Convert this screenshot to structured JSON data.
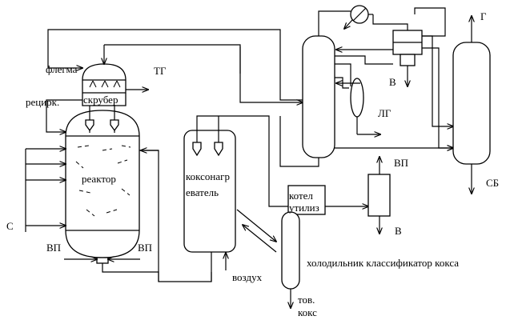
{
  "diagram": {
    "labels": {
      "flegma": "флегма",
      "tg": "ТГ",
      "scrubber": "скрубер",
      "recirc": "рецирк.",
      "reactor": "реактор",
      "s": "С",
      "vp_left": "ВП",
      "vp_right": "ВП",
      "heater_line1": "коксонагр",
      "heater_line2": "еватель",
      "air": "воздух",
      "boiler_line1": "котел",
      "boiler_line2": "утилиз",
      "vp_top": "ВП",
      "v_bottom": "В",
      "v_top": "В",
      "lg": "ЛГ",
      "g": "Г",
      "sb": "СБ",
      "cooler": "холодильник классификатор кокса",
      "coke_line1": "тов.",
      "coke_line2": "кокс"
    }
  }
}
